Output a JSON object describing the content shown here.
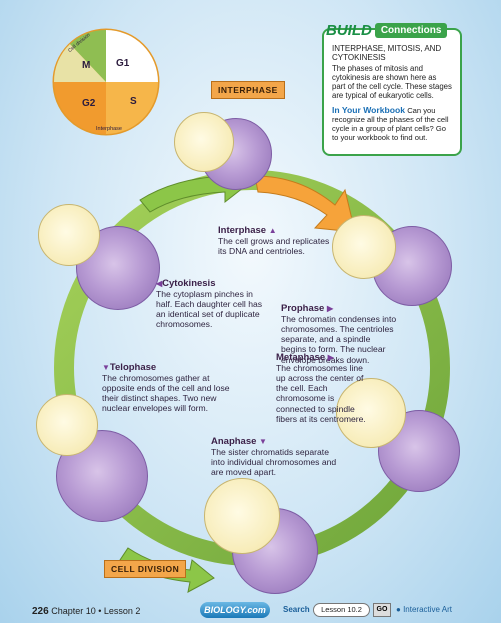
{
  "pie": {
    "labels": [
      "Cell division",
      "M",
      "G1",
      "S",
      "G2",
      "Interphase"
    ],
    "colors": [
      "#7fb54d",
      "#e6e0a8",
      "#ffffff",
      "#f6b64a",
      "#f19b2e",
      "#e6a53b"
    ]
  },
  "tags": {
    "interphase": "INTERPHASE",
    "cell_division": "CELL DIVISION"
  },
  "build": {
    "title_build": "BUILD",
    "title_connections": "Connections",
    "subtitle": "INTERPHASE, MITOSIS, AND CYTOKINESIS",
    "body": "The phases of mitosis and cytokinesis are shown here as part of the cell cycle. These stages are typical of eukaryotic cells.",
    "workbook_label": "In Your Workbook",
    "workbook_text": "Can you recognize all the phases of the cell cycle in a group of plant cells? Go to your workbook to find out."
  },
  "stages": {
    "interphase": {
      "title": "Interphase",
      "desc": "The cell grows and replicates its DNA and centrioles."
    },
    "prophase": {
      "title": "Prophase",
      "desc": "The chromatin condenses into chromosomes. The centrioles separate, and a spindle begins to form. The nuclear envelope breaks down."
    },
    "metaphase": {
      "title": "Metaphase",
      "desc": "The chromosomes line up across the center of the cell. Each chromosome is connected to spindle fibers at its centromere."
    },
    "anaphase": {
      "title": "Anaphase",
      "desc": "The sister chromatids separate into individual chromosomes and are moved apart."
    },
    "telophase": {
      "title": "Telophase",
      "desc": "The chromosomes gather at opposite ends of the cell and lose their distinct shapes. Two new nuclear envelopes will form."
    },
    "cytokinesis": {
      "title": "Cytokinesis",
      "desc": "The cytoplasm pinches in half. Each daughter cell has an identical set of duplicate chromosomes."
    }
  },
  "footer": {
    "page_number": "226",
    "chapter": "Chapter 10 • Lesson 2",
    "brand": "BIOLOGY.com",
    "search_label": "Search",
    "search_value": "Lesson 10.2",
    "go_label": "GO",
    "link": "Interactive Art"
  },
  "colors": {
    "ring": "#86c13f",
    "arrow": "#f6a33a",
    "accent_green": "#3ba34a"
  }
}
